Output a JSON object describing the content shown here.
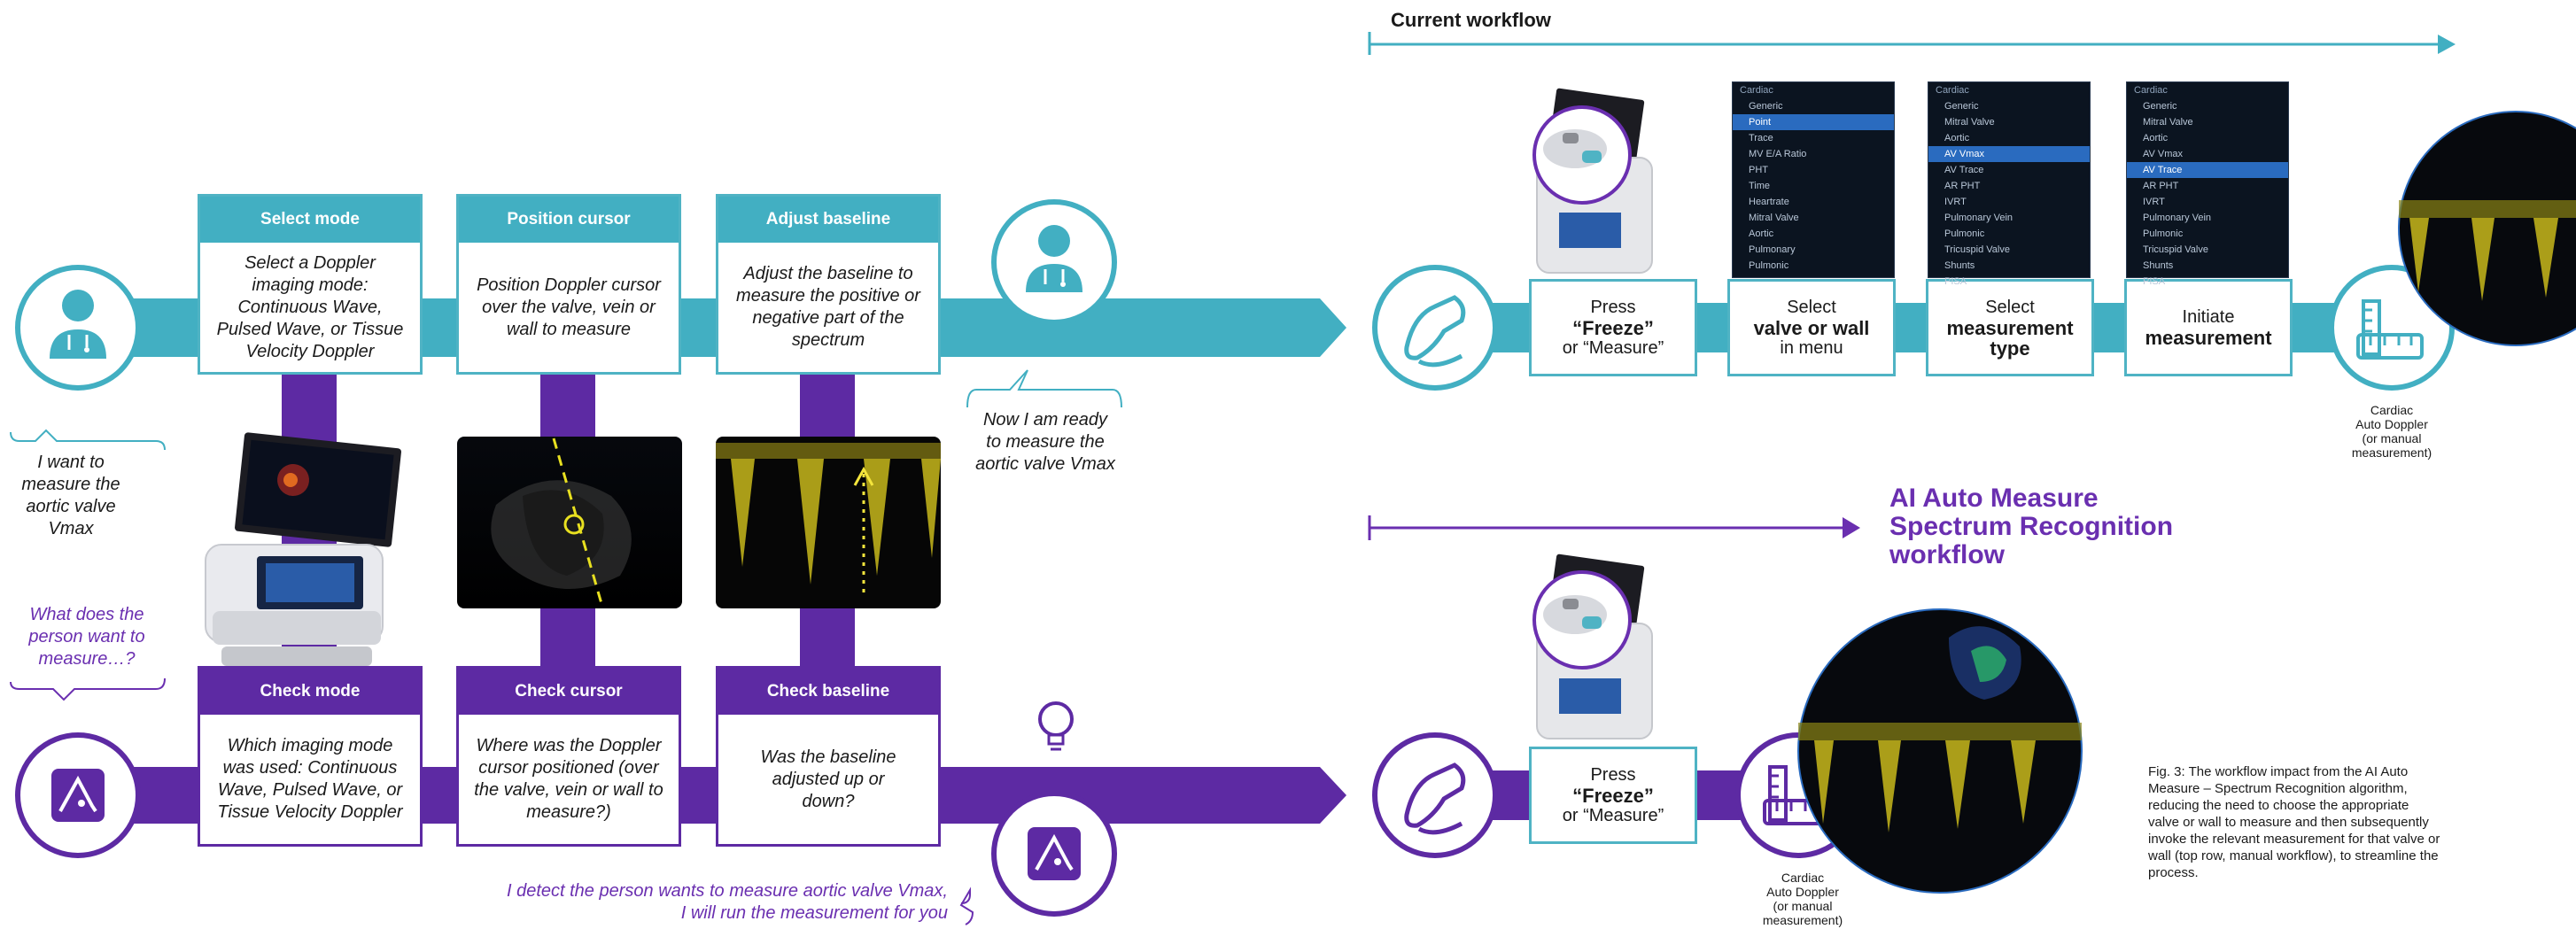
{
  "colors": {
    "teal": "#42afc2",
    "purple": "#5d2aa3",
    "purple_text": "#6a2fb0",
    "ultrasound_yellow": "#d9c81e"
  },
  "manual_boxes": [
    {
      "title": "Select mode",
      "body": "Select a Doppler imaging mode: Continuous Wave, Pulsed Wave, or Tissue Velocity Doppler"
    },
    {
      "title": "Position cursor",
      "body": "Position Doppler cursor over the valve, vein or wall to measure"
    },
    {
      "title": "Adjust baseline",
      "body": "Adjust the baseline to measure the positive or negative part of the spectrum"
    }
  ],
  "ai_boxes": [
    {
      "title": "Check mode",
      "body": "Which imaging mode was used: Continuous Wave, Pulsed Wave, or Tissue Velocity Doppler"
    },
    {
      "title": "Check cursor",
      "body": "Where was the Doppler cursor positioned (over the valve, vein or wall to measure?)"
    },
    {
      "title": "Check baseline",
      "body": "Was the baseline adjusted up or down?"
    }
  ],
  "bubbles": {
    "person_want": "I want to measure the aortic valve Vmax",
    "ai_question": "What does the person want to measure…?",
    "person_ready": "Now I am ready to measure the aortic valve Vmax",
    "ai_detect": "I detect the person wants to measure aortic valve Vmax,\nI will run the measurement for you"
  },
  "current_workflow": {
    "title": "Current workflow",
    "steps": [
      {
        "pre": "Press",
        "line1": "“Freeze”",
        "line2": "or “Measure”"
      },
      {
        "pre": "Select",
        "line1": "valve or wall",
        "line2": "in menu"
      },
      {
        "pre": "Select",
        "line1": "measurement",
        "line2": "type"
      },
      {
        "pre": "Initiate",
        "line1": "measurement",
        "line2": ""
      }
    ],
    "result_caption": "Cardiac\nAuto Doppler\n(or manual\nmeasurement)"
  },
  "ai_workflow": {
    "title": "AI Auto Measure\nSpectrum Recognition\nworkflow",
    "step": {
      "pre": "Press",
      "line1": "“Freeze”",
      "line2": "or “Measure”"
    },
    "result_caption": "Cardiac\nAuto Doppler\n(or manual\nmeasurement)"
  },
  "menus": [
    {
      "header": "Cardiac",
      "items": [
        "Generic",
        "Point",
        "Trace",
        "MV E/A Ratio",
        "PHT",
        "Time",
        "Heartrate",
        "Mitral Valve",
        "Aortic",
        "Pulmonary",
        "Pulmonic"
      ],
      "highlight": 1
    },
    {
      "header": "Cardiac",
      "items": [
        "Generic",
        "Mitral Valve",
        "Aortic",
        "AV Vmax",
        "AV Trace",
        "AR PHT",
        "IVRT",
        "Pulmonary Vein",
        "Pulmonic",
        "Tricuspid Valve",
        "Shunts",
        "PISA"
      ],
      "highlight": 3
    },
    {
      "header": "Cardiac",
      "items": [
        "Generic",
        "Mitral Valve",
        "Aortic",
        "AV Vmax",
        "AV Trace",
        "AR PHT",
        "IVRT",
        "Pulmonary Vein",
        "Pulmonic",
        "Tricuspid Valve",
        "Shunts",
        "PISA"
      ],
      "highlight": 4
    }
  ],
  "figure_caption": "Fig. 3: The workflow impact from the AI Auto Measure – Spectrum Recognition algorithm, reducing the need to choose the appropriate valve or wall to measure and then subsequently invoke the relevant measurement for that valve or wall (top row, manual workflow), to streamline the process."
}
